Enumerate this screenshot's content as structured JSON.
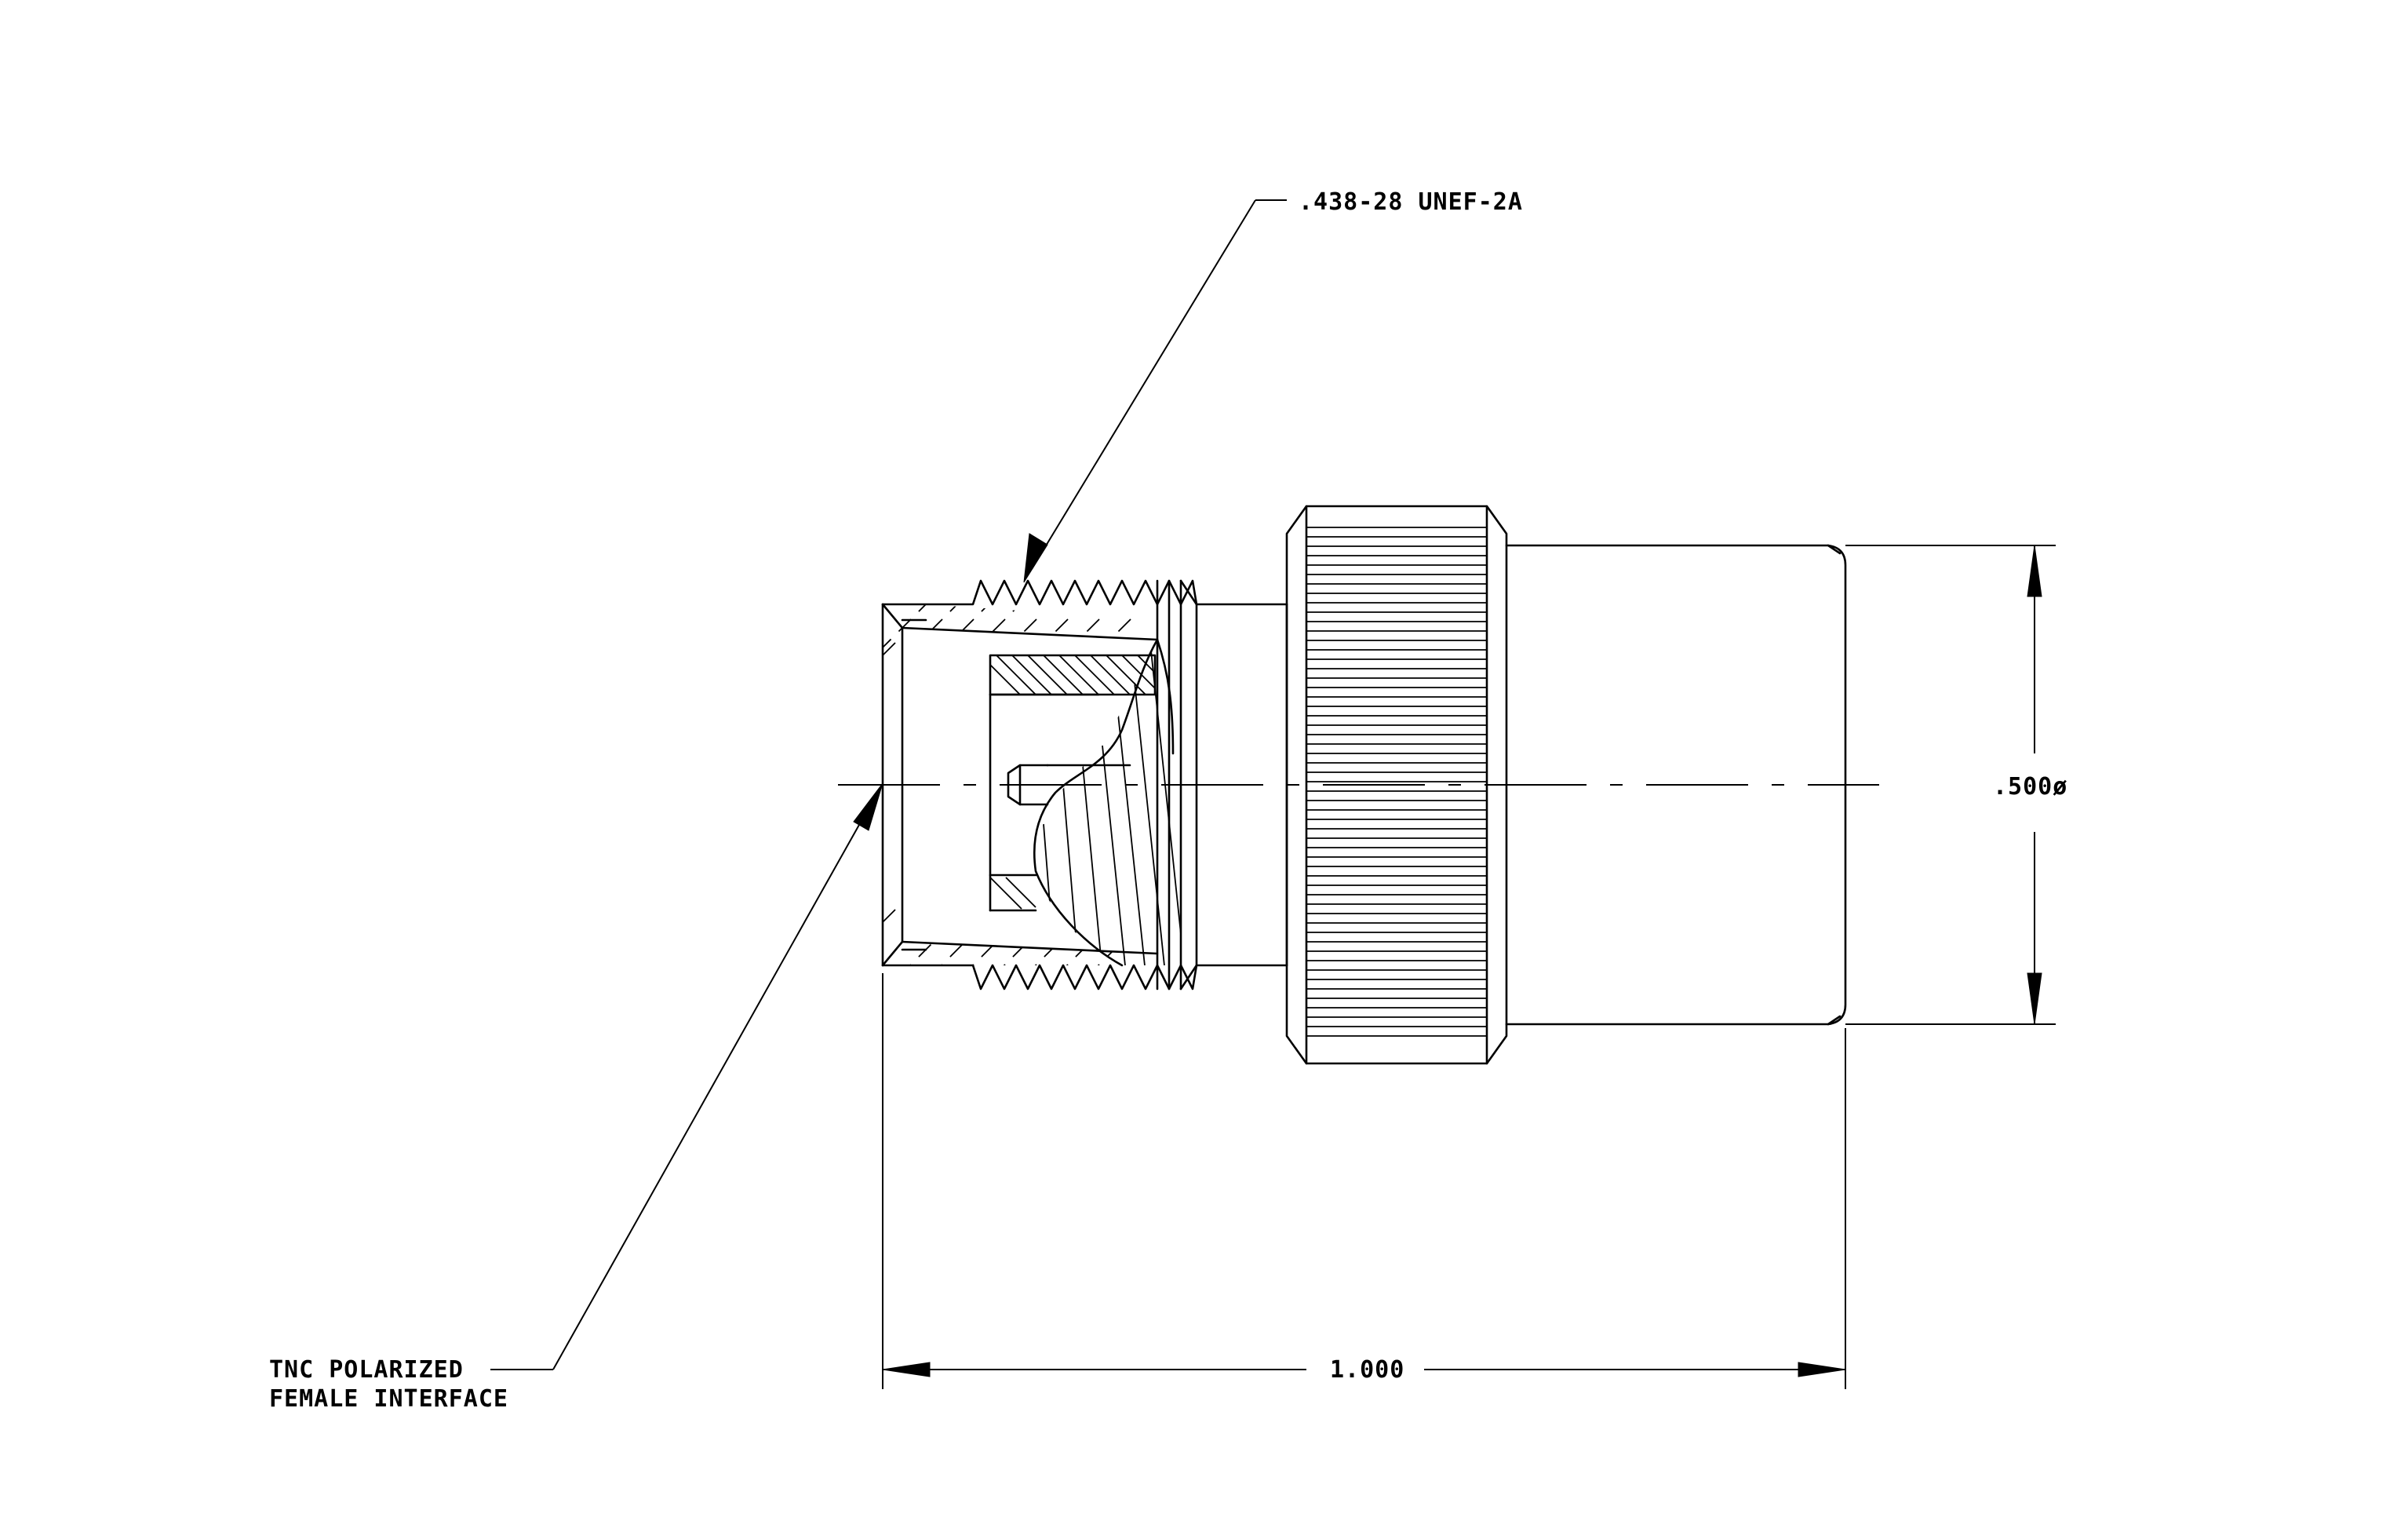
{
  "callouts": {
    "thread_spec": ".438-28 UNEF-2A",
    "interface_line1": "TNC POLARIZED",
    "interface_line2": "FEMALE INTERFACE"
  },
  "dimensions": {
    "overall_length": "1.000",
    "body_diameter": ".500ø"
  },
  "style": {
    "line_color": "#000000",
    "background": "#ffffff"
  }
}
